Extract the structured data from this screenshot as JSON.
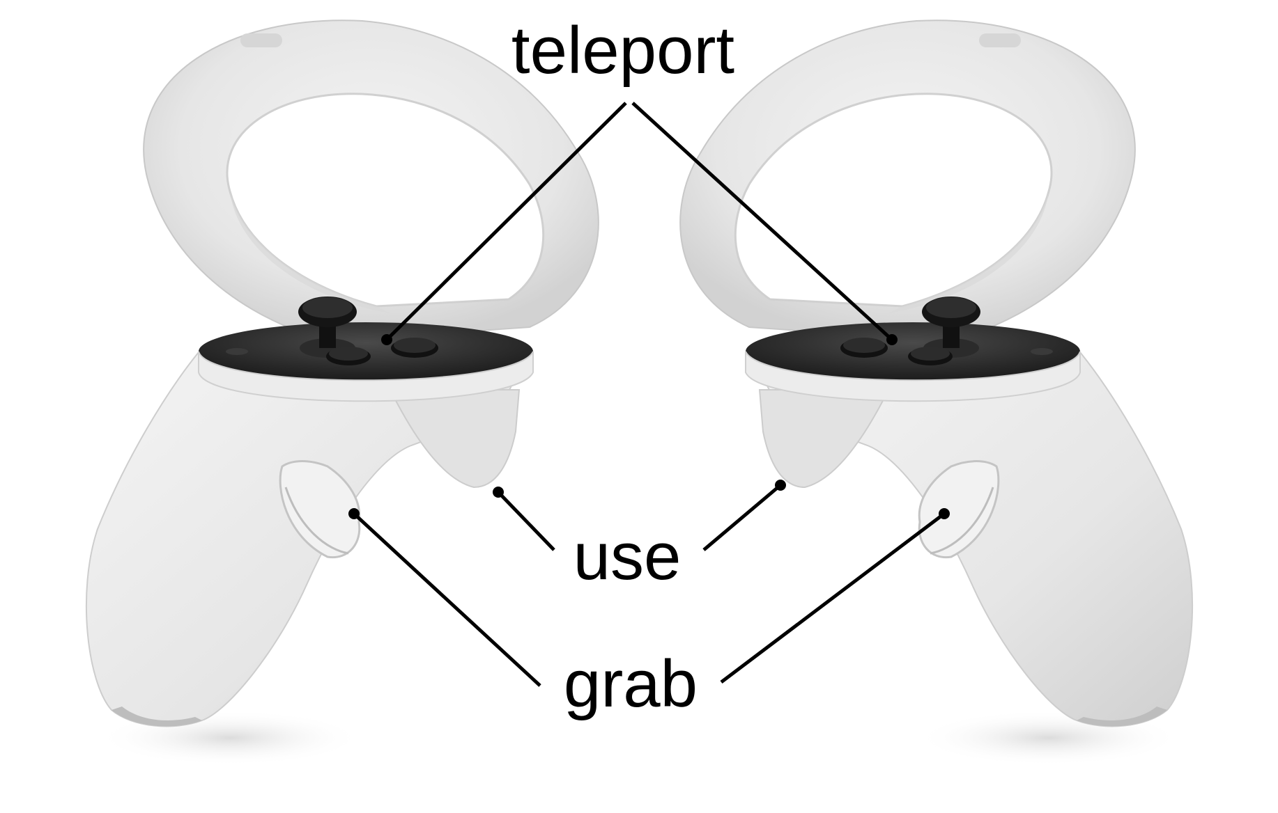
{
  "labels": {
    "teleport": "teleport",
    "use": "use",
    "grab": "grab"
  },
  "controllers": [
    {
      "name": "left-controller",
      "side": "left"
    },
    {
      "name": "right-controller",
      "side": "right"
    }
  ],
  "colors": {
    "background": "#ffffff",
    "controller_body": "#e9e9e9",
    "controller_shade": "#cfcfcf",
    "faceplate": "#2a2a2a",
    "button": "#1c1c1c",
    "leader_line": "#000000",
    "label": "#000000"
  }
}
